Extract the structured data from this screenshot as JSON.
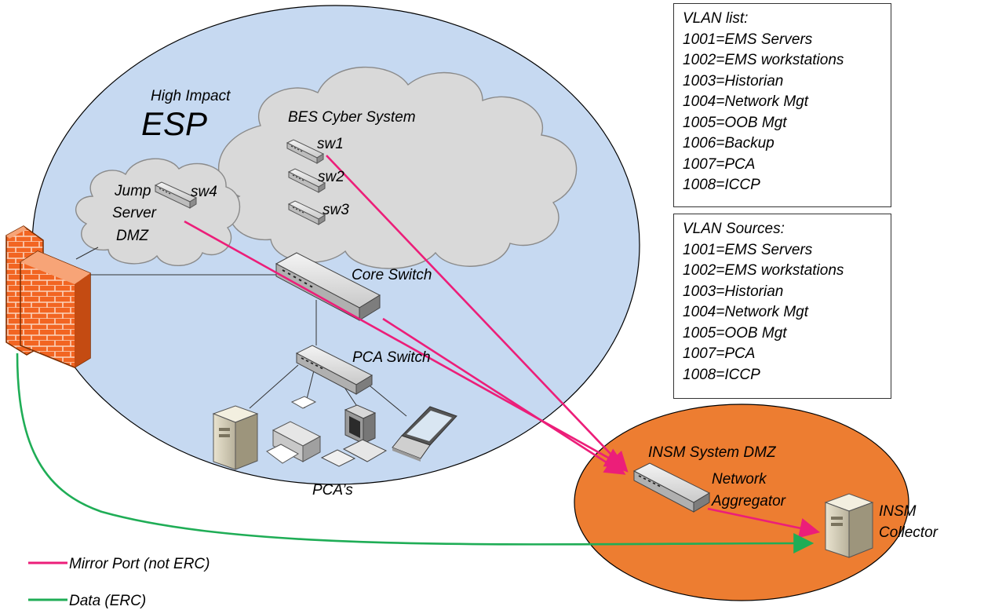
{
  "diagram": {
    "esp_label_small": "High Impact",
    "esp_label_large": "ESP",
    "bes_cloud_label": "BES Cyber System",
    "jump_cloud_label": [
      "Jump",
      "Server",
      "DMZ"
    ],
    "switches": {
      "sw1": "sw1",
      "sw2": "sw2",
      "sw3": "sw3",
      "sw4": "sw4"
    },
    "core_switch": "Core Switch",
    "pca_switch": "PCA Switch",
    "pca_label": "PCA’s",
    "insm_dmz_label": "INSM System DMZ",
    "aggregator_label": [
      "Network",
      "Aggregator"
    ],
    "collector_label": [
      "INSM",
      "Collector"
    ]
  },
  "vlan_list": {
    "title": "VLAN list:",
    "items": [
      "1001=EMS Servers",
      "1002=EMS workstations",
      "1003=Historian",
      "1004=Network Mgt",
      "1005=OOB Mgt",
      "1006=Backup",
      "1007=PCA",
      "1008=ICCP"
    ]
  },
  "vlan_sources": {
    "title": "VLAN Sources:",
    "items": [
      "1001=EMS Servers",
      "1002=EMS workstations",
      "1003=Historian",
      "1004=Network Mgt",
      "1005=OOB Mgt",
      "1007=PCA",
      "1008=ICCP"
    ]
  },
  "legend": {
    "mirror": "Mirror Port (not ERC)",
    "data": "Data (ERC)"
  },
  "colors": {
    "esp_fill": "#c6d9f1",
    "cloud_fill": "#d9d9d9",
    "insm_fill": "#ed7d31",
    "mirror_line": "#ec1e79",
    "data_line": "#1fad56",
    "firewall_fill": "#f26522"
  }
}
